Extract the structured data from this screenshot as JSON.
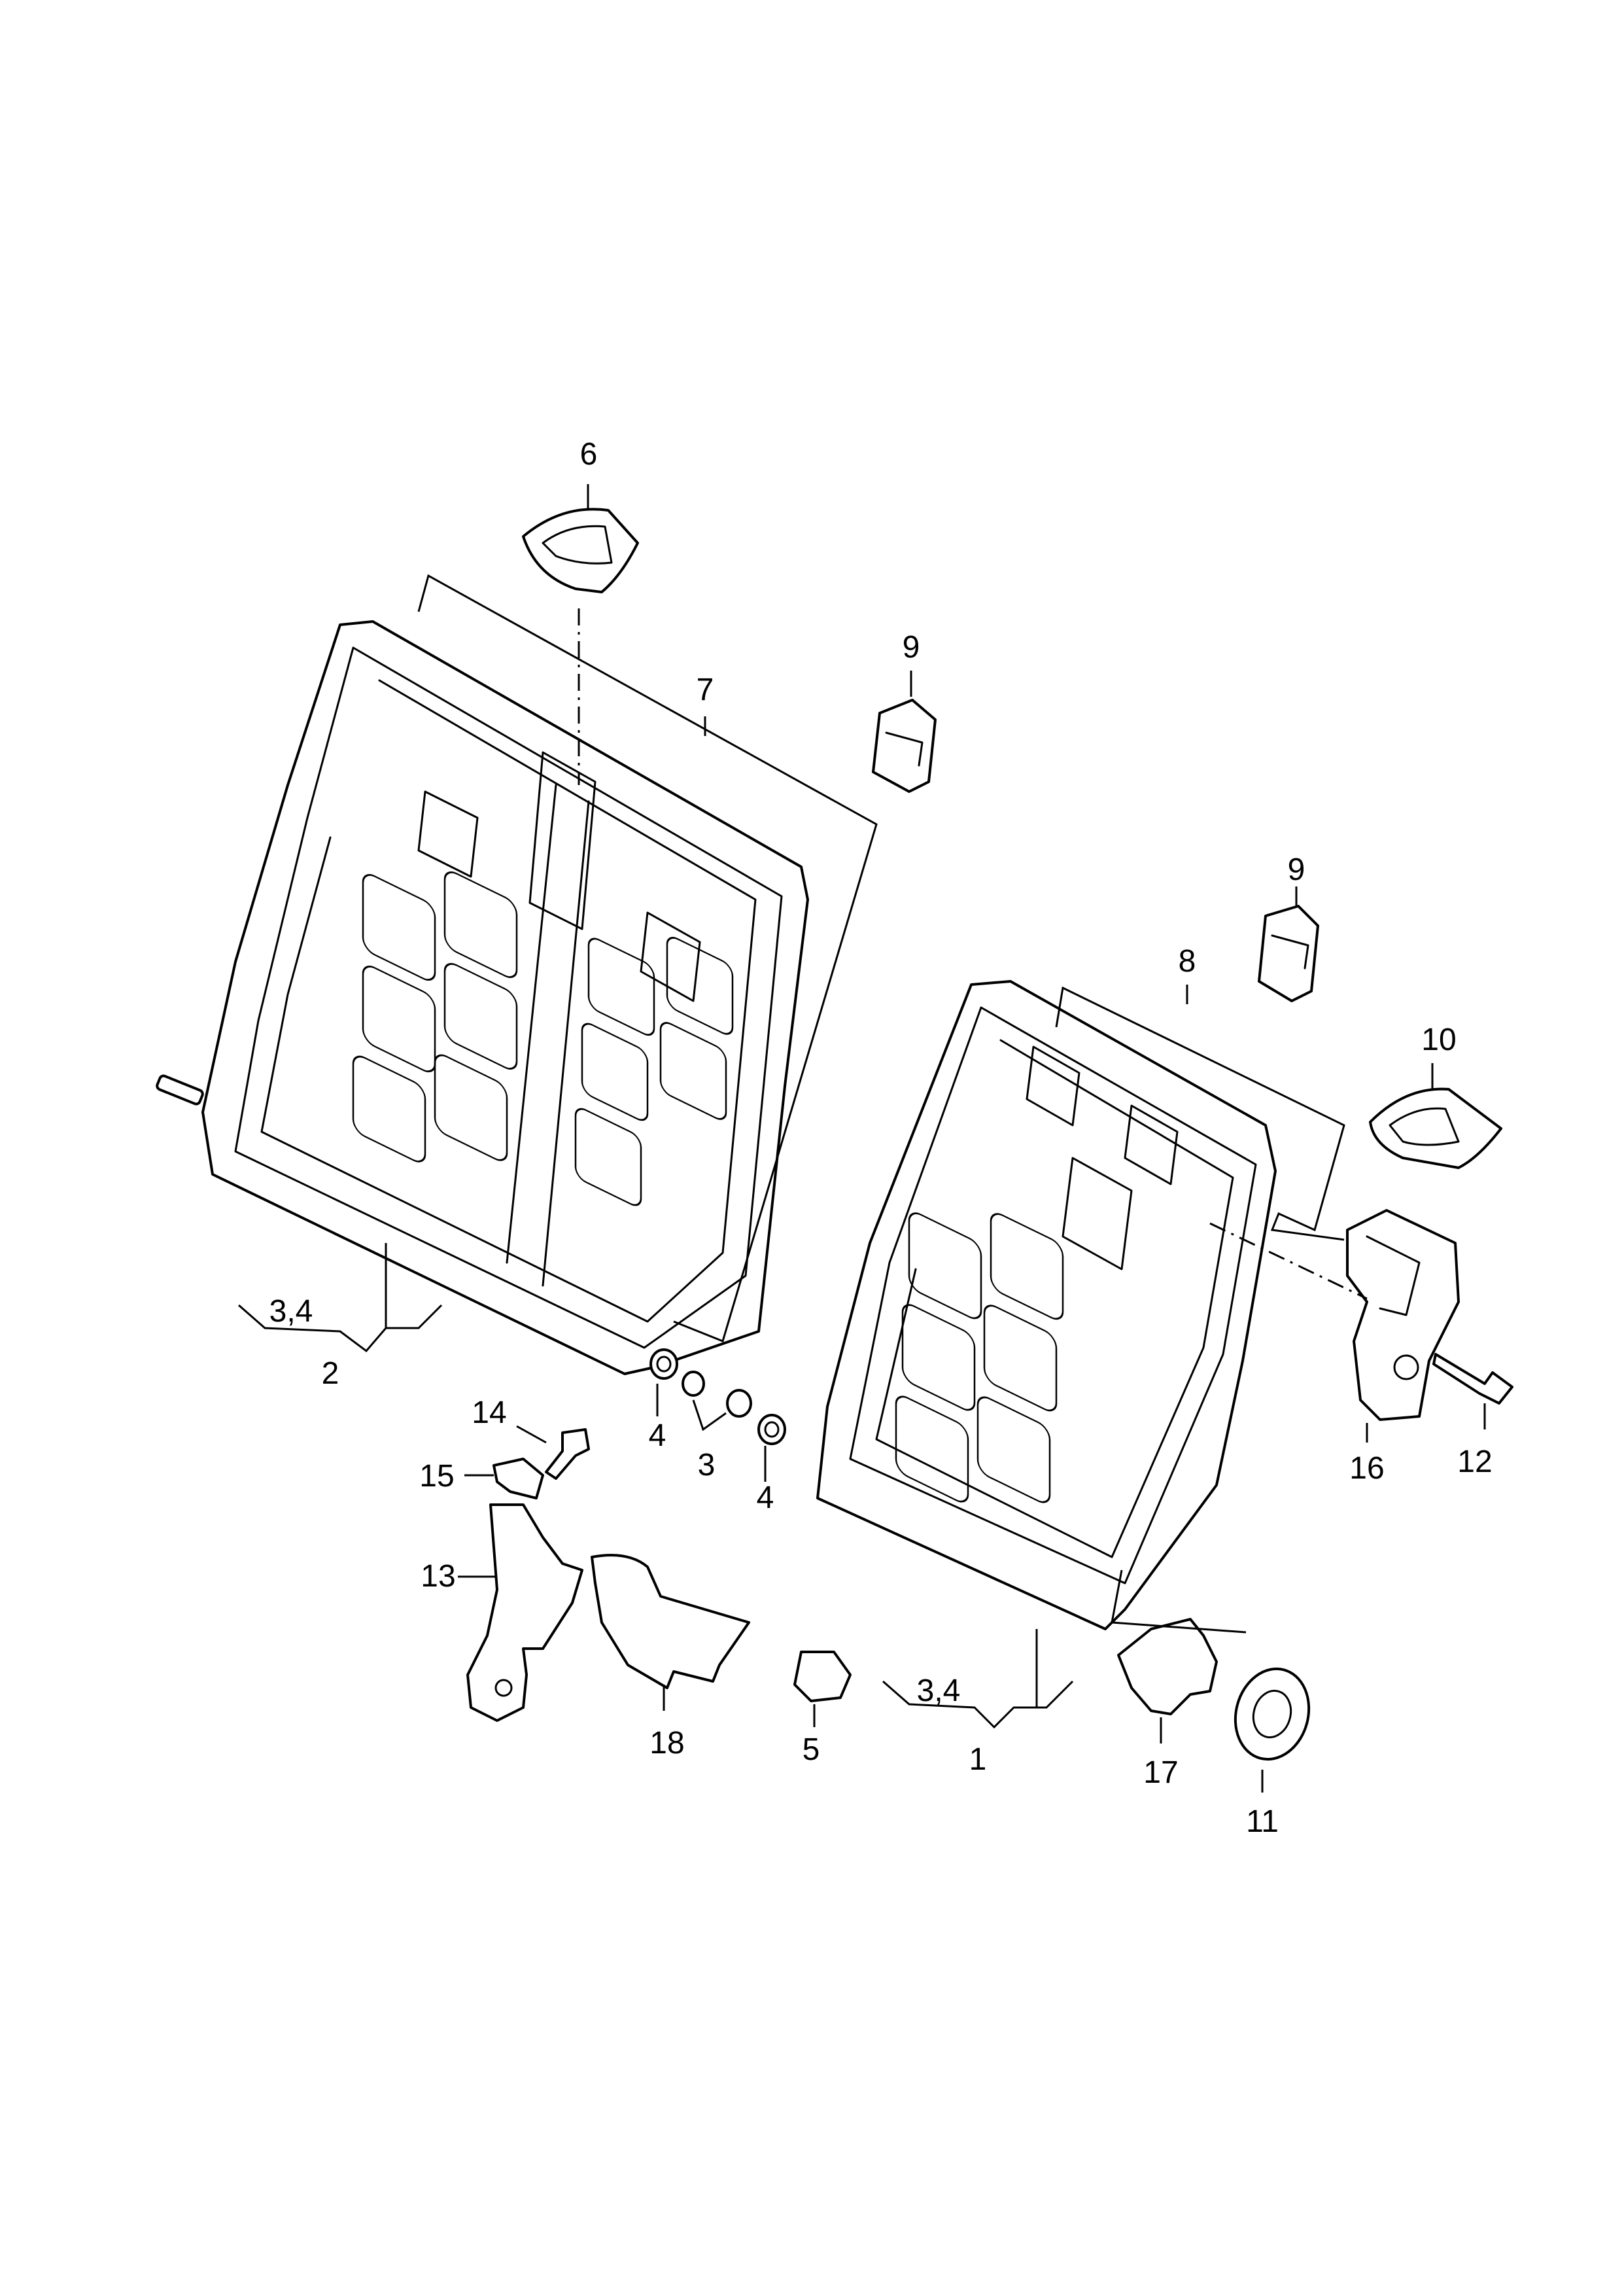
{
  "diagram": {
    "labels": {
      "l1": "1",
      "l2": "2",
      "l3": "3",
      "l4a": "4",
      "l4b": "4",
      "l5": "5",
      "l6": "6",
      "l7": "7",
      "l8": "8",
      "l9a": "9",
      "l9b": "9",
      "l10": "10",
      "l11": "11",
      "l12": "12",
      "l13": "13",
      "l14": "14",
      "l15": "15",
      "l16": "16",
      "l17": "17",
      "l18": "18",
      "l34a": "3,4",
      "l34b": "3,4"
    }
  }
}
